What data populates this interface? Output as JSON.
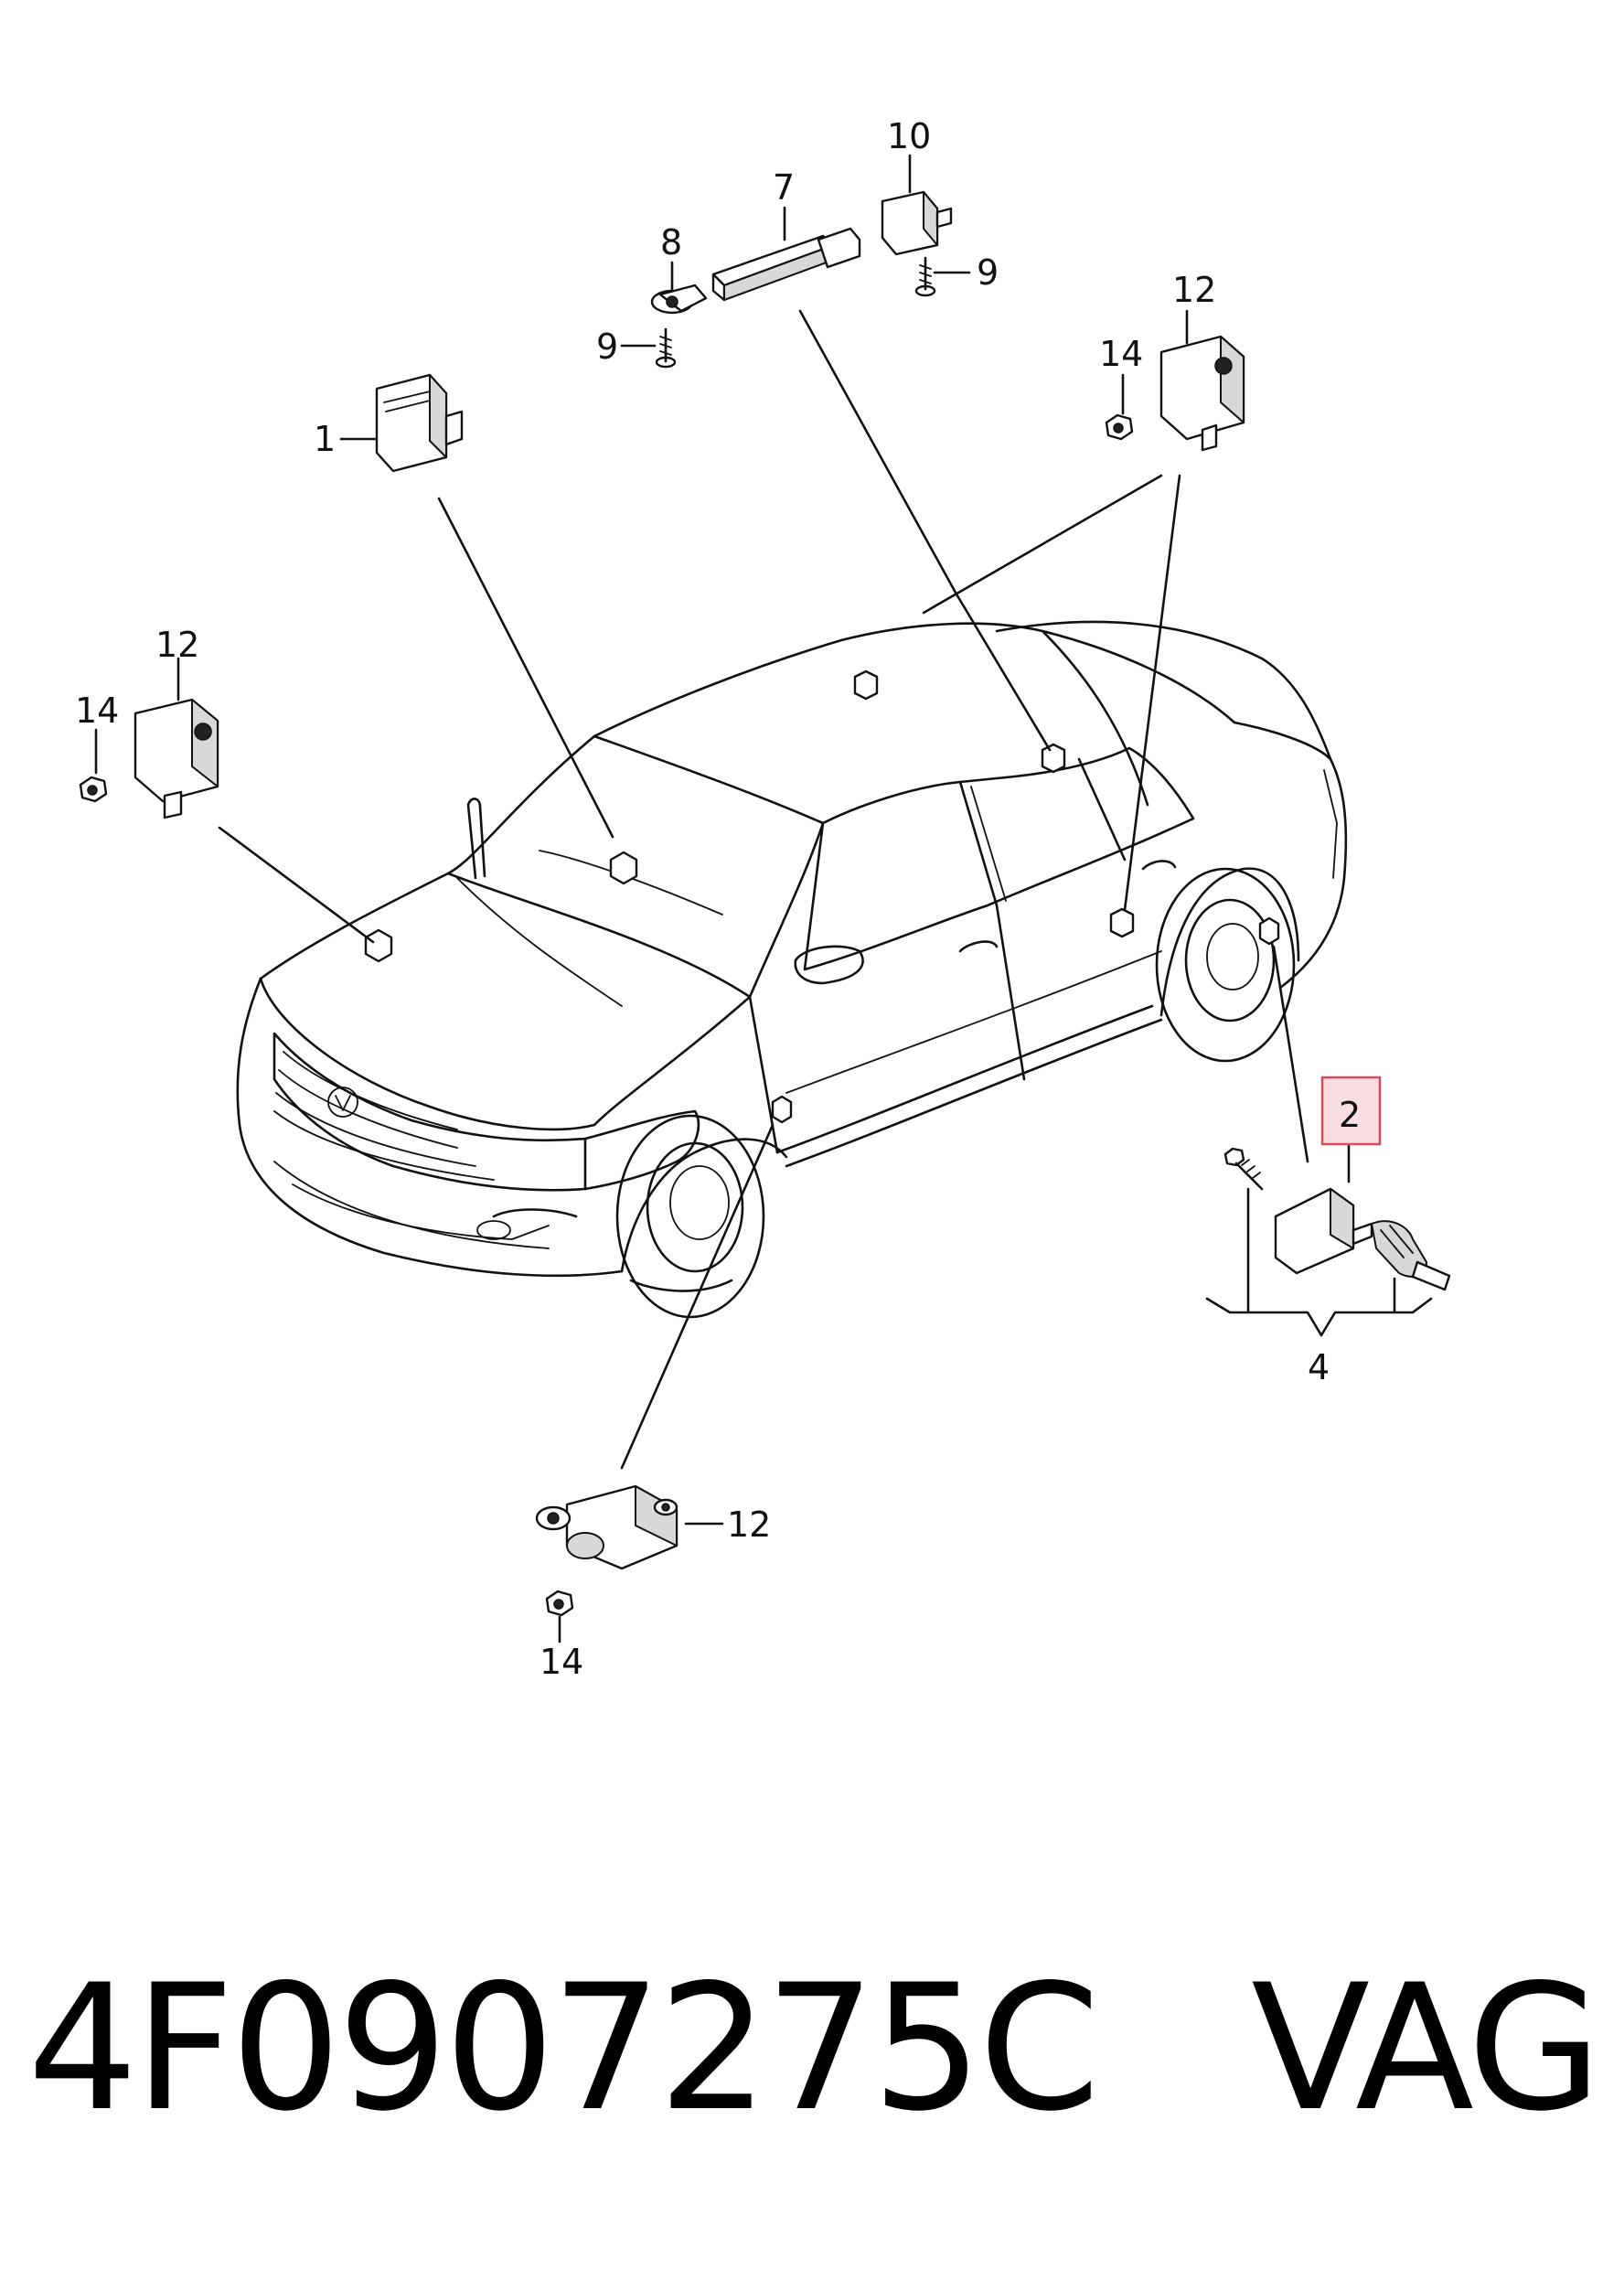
{
  "callouts": {
    "c1": "1",
    "c2": "2",
    "c4": "4",
    "c7": "7",
    "c8": "8",
    "c9a": "9",
    "c9b": "9",
    "c10": "10",
    "c12a": "12",
    "c12b": "12",
    "c12c": "12",
    "c14a": "14",
    "c14b": "14",
    "c14c": "14"
  },
  "footer": {
    "text": "4F0907275C   VAG"
  },
  "colors": {
    "highlight_box": "#d94a5a",
    "highlight_fill": "#f7dde1"
  }
}
